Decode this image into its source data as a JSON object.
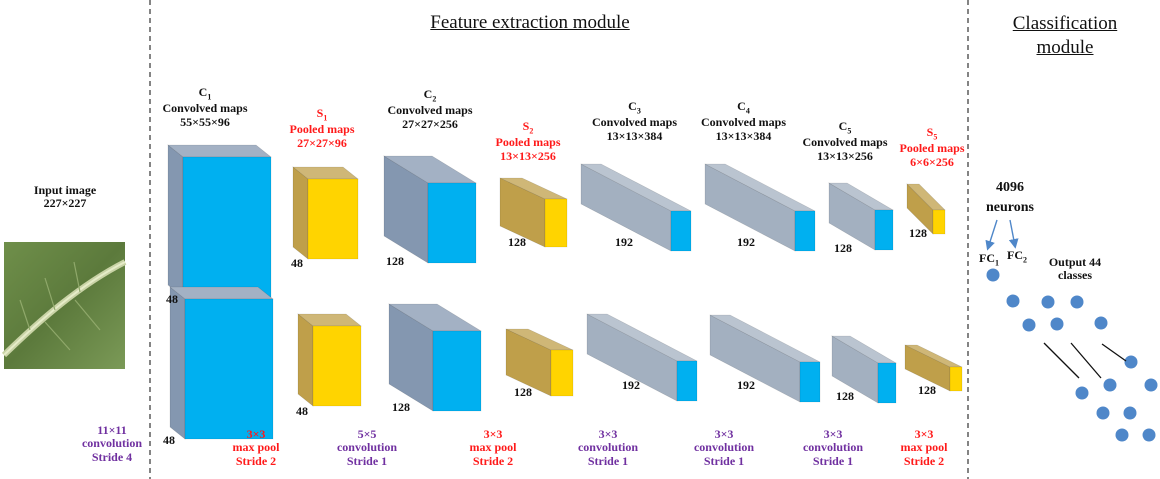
{
  "titles": {
    "feature": "Feature extraction module",
    "classification": "Classification module"
  },
  "input": {
    "label": "Input image",
    "size": "227×227"
  },
  "layers": {
    "c1": {
      "name": "C",
      "sub": "1",
      "desc": "Convolved maps",
      "dims": "55×55×96"
    },
    "s1": {
      "name": "S",
      "sub": "1",
      "desc": "Pooled maps",
      "dims": "27×27×96"
    },
    "c2": {
      "name": "C",
      "sub": "2",
      "desc": "Convolved maps",
      "dims": "27×27×256"
    },
    "s2": {
      "name": "S",
      "sub": "2",
      "desc": "Pooled maps",
      "dims": "13×13×256"
    },
    "c3": {
      "name": "C",
      "sub": "3",
      "desc": "Convolved maps",
      "dims": "13×13×384"
    },
    "c4": {
      "name": "C",
      "sub": "4",
      "desc": "Convolved maps",
      "dims": "13×13×384"
    },
    "c5": {
      "name": "C",
      "sub": "5",
      "desc": "Convolved maps",
      "dims": "13×13×256"
    },
    "s5": {
      "name": "S",
      "sub": "5",
      "desc": "Pooled maps",
      "dims": "6×6×256"
    }
  },
  "depths": {
    "c1": "48",
    "s1": "48",
    "c2": "128",
    "s2": "128",
    "c3": "192",
    "c4": "192",
    "c5": "128",
    "s5": "128"
  },
  "operations": [
    {
      "line1": "11×11",
      "line2": "convolution",
      "line3": "Stride 4",
      "color": "purple"
    },
    {
      "line1": "3×3",
      "line2": "max pool",
      "line3": "Stride 2",
      "color": "red"
    },
    {
      "line1": "5×5",
      "line2": "convolution",
      "line3": "Stride 1",
      "color": "purple"
    },
    {
      "line1": "3×3",
      "line2": "max pool",
      "line3": "Stride 2",
      "color": "red"
    },
    {
      "line1": "3×3",
      "line2": "convolution",
      "line3": "Stride 1",
      "color": "purple"
    },
    {
      "line1": "3×3",
      "line2": "convolution",
      "line3": "Stride 1",
      "color": "purple"
    },
    {
      "line1": "3×3",
      "line2": "convolution",
      "line3": "Stride 1",
      "color": "purple"
    },
    {
      "line1": "3×3",
      "line2": "max pool",
      "line3": "Stride 2",
      "color": "red"
    }
  ],
  "fc": {
    "neurons_count": "4096",
    "neurons_label": "neurons",
    "fc1": "FC",
    "fc1_sub": "1",
    "fc2": "FC",
    "fc2_sub": "2",
    "output": "Output 44 classes"
  },
  "colors": {
    "front_cyan": "#00b0f0",
    "front_yellow": "#ffd400",
    "body_bluegray": "#8497b0",
    "body_gold": "#bf9f4a",
    "body_lightgray": "#a3b0c0",
    "neuron": "#4f87c9",
    "red_text": "#ff1a1a",
    "purple_text": "#7030a0"
  }
}
